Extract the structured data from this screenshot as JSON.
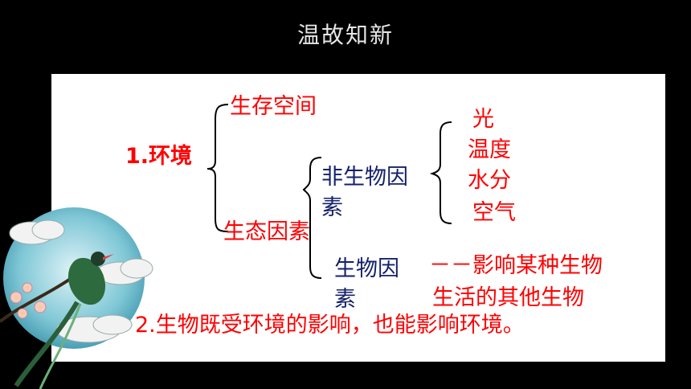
{
  "slide": {
    "title": "温故知新",
    "env_label": "1.环境",
    "living_space": "生存空间",
    "eco_factors": "生态因素",
    "abiotic_line1": "非生物因",
    "abiotic_line2": "素",
    "light": "光",
    "temperature": "温度",
    "water": "水分",
    "air": "空气",
    "biotic_line1": "生物因",
    "biotic_line2": "素",
    "biotic_desc_line1": "－－影响某种生物",
    "biotic_desc_line2": "生活的其他生物",
    "conclusion": "2.生物既受环境的影响，也能影响环境。"
  },
  "colors": {
    "background": "#000000",
    "board": "#ffffff",
    "red_text": "#ff0000",
    "blue_text": "#14216b"
  }
}
